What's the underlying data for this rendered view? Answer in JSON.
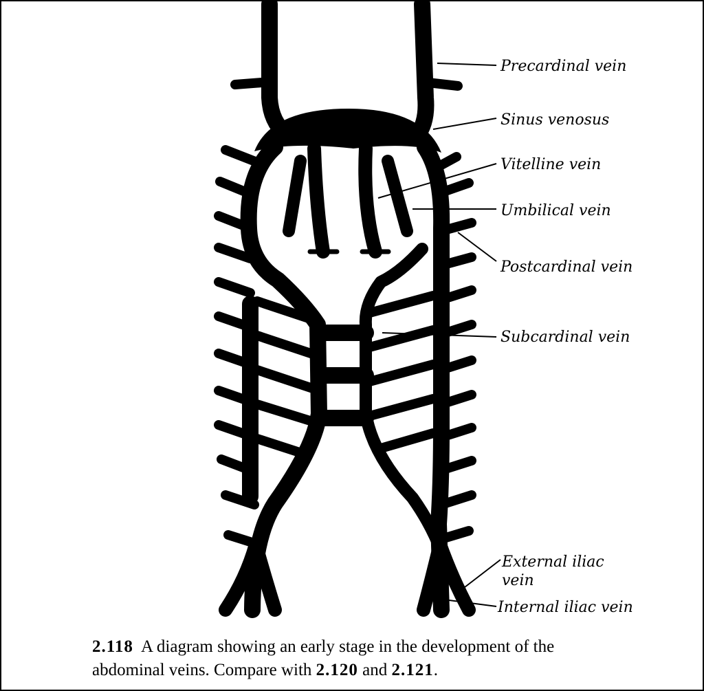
{
  "labels": {
    "precardinal": "Precardinal vein",
    "sinus_venosus": "Sinus venosus",
    "vitelline": "Vitelline vein",
    "umbilical": "Umbilical vein",
    "postcardinal": "Postcardinal vein",
    "subcardinal": "Subcardinal vein",
    "external_iliac_1": "External iliac",
    "external_iliac_2": "vein",
    "internal_iliac": "Internal iliac vein"
  },
  "caption": {
    "figure_number": "2.118",
    "text_line1": "A diagram showing an early stage in the development of the",
    "text_line2_a": "abdominal veins. Compare with ",
    "ref1": "2.120",
    "text_line2_b": " and ",
    "ref2": "2.121",
    "text_line2_c": "."
  }
}
